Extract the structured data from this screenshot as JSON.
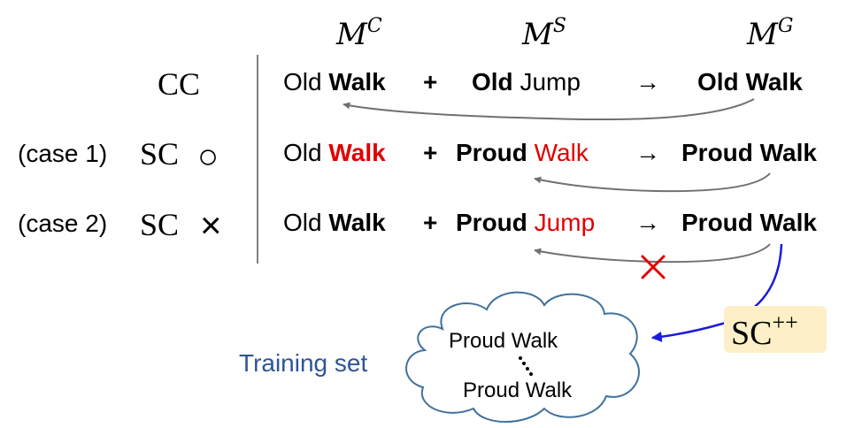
{
  "headers": {
    "mc": {
      "base": "M",
      "sup": "C"
    },
    "ms": {
      "base": "M",
      "sup": "S"
    },
    "mg": {
      "base": "M",
      "sup": "G"
    }
  },
  "labels": {
    "cc": "CC",
    "case1": "(case 1)",
    "case2": "(case 2)",
    "sc": "SC",
    "circle_mark": "○",
    "cross_mark": "×",
    "scpp_base": "SC",
    "scpp_sup": "++"
  },
  "symbols": {
    "plus": "+",
    "arrow": "→"
  },
  "rows": [
    {
      "mc": {
        "old": "Old",
        "action": "Walk"
      },
      "ms": {
        "style": "Old",
        "action": "Jump"
      },
      "mg": {
        "style": "Old",
        "action": "Walk"
      }
    },
    {
      "mc": {
        "old": "Old",
        "action": "Walk"
      },
      "ms": {
        "style": "Proud",
        "action": "Walk"
      },
      "mg": {
        "style": "Proud",
        "action": "Walk"
      }
    },
    {
      "mc": {
        "old": "Old",
        "action": "Walk"
      },
      "ms": {
        "style": "Proud",
        "action": "Jump"
      },
      "mg": {
        "style": "Proud",
        "action": "Walk"
      }
    }
  ],
  "training": {
    "label": "Training set",
    "item1": "Proud Walk",
    "item2": "Proud Walk"
  },
  "colors": {
    "text": "#000000",
    "highlight_red": "#e00000",
    "arrow_gray": "#707070",
    "arrow_blue": "#1a1adc",
    "training_blue": "#2e5597",
    "cloud_stroke": "#41719c",
    "scpp_bg": "#fdf0c8",
    "divider": "#808080"
  }
}
